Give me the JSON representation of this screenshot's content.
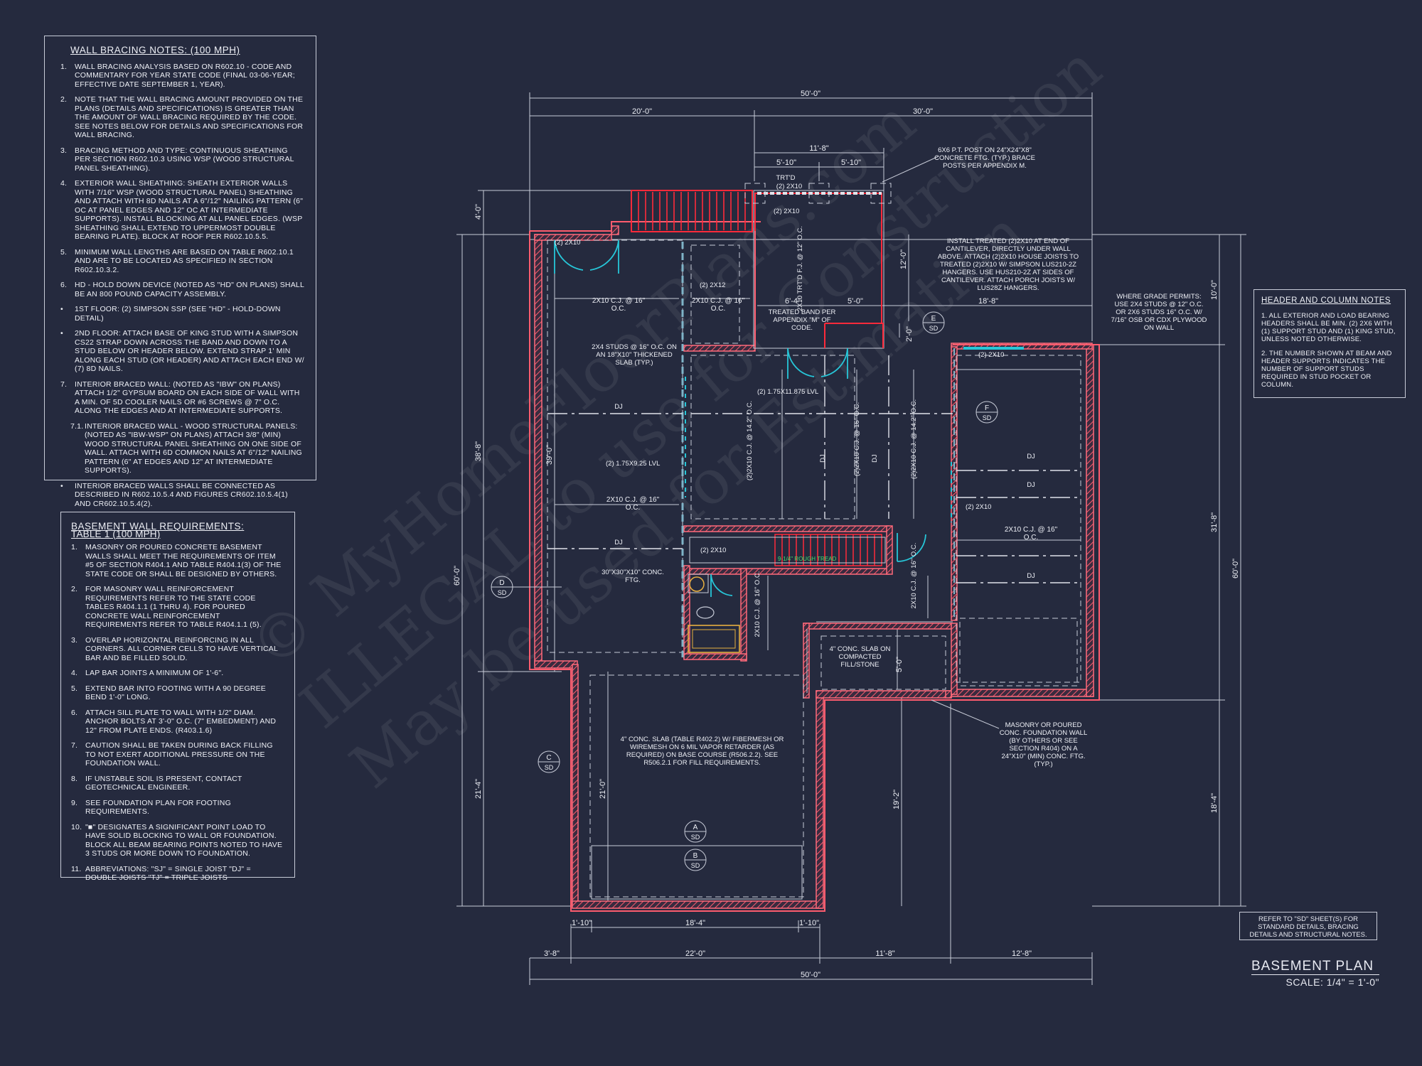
{
  "wall_bracing": {
    "title": "WALL BRACING NOTES: (100 MPH)",
    "items": [
      {
        "num": "1.",
        "text": "WALL BRACING ANALYSIS BASED ON R602.10 - CODE AND COMMENTARY FOR YEAR STATE CODE (FINAL 03-06-YEAR; EFFECTIVE DATE SEPTEMBER 1, YEAR)."
      },
      {
        "num": "2.",
        "text": "NOTE THAT THE WALL BRACING AMOUNT PROVIDED ON THE PLANS (DETAILS AND SPECIFICATIONS) IS GREATER THAN THE AMOUNT OF WALL BRACING REQUIRED BY THE CODE. SEE NOTES BELOW FOR DETAILS AND SPECIFICATIONS FOR WALL BRACING."
      },
      {
        "num": "3.",
        "text": "BRACING METHOD AND TYPE: CONTINUOUS SHEATHING PER SECTION R602.10.3 USING WSP (WOOD STRUCTURAL PANEL SHEATHING)."
      },
      {
        "num": "4.",
        "text": "EXTERIOR WALL SHEATHING: SHEATH EXTERIOR WALLS WITH 7/16\" WSP (WOOD STRUCTURAL PANEL) SHEATHING AND ATTACH WITH 8d NAILS AT A 6\"/12\" NAILING PATTERN (6\" OC AT PANEL EDGES AND 12\" OC AT INTERMEDIATE SUPPORTS). INSTALL BLOCKING AT ALL PANEL EDGES. (WSP SHEATHING SHALL EXTEND TO UPPERMOST DOUBLE BEARING PLATE). BLOCK AT ROOF PER R602.10.5.5."
      },
      {
        "num": "5.",
        "text": "MINIMUM WALL LENGTHS ARE BASED ON TABLE R602.10.1 AND ARE TO BE LOCATED AS SPECIFIED IN SECTION R602.10.3.2."
      },
      {
        "num": "6.",
        "text": "HD - HOLD DOWN DEVICE (NOTED AS \"HD\" ON PLANS) SHALL BE AN 800 POUND CAPACITY ASSEMBLY."
      },
      {
        "num": "•",
        "text": "1ST FLOOR: (2) SIMPSON SSP (SEE \"HD\" - HOLD-DOWN DETAIL)"
      },
      {
        "num": "•",
        "text": "2ND FLOOR: ATTACH BASE OF KING STUD WITH A SIMPSON CS22 STRAP DOWN ACROSS THE BAND AND DOWN TO A STUD BELOW OR HEADER BELOW. EXTEND STRAP 1' MIN ALONG EACH STUD (OR HEADER) AND ATTACH EACH END W/ (7) 8d NAILS."
      },
      {
        "num": "7.",
        "text": "INTERIOR BRACED WALL: (NOTED AS \"IBW\" ON PLANS) ATTACH 1/2\" GYPSUM BOARD ON EACH SIDE OF WALL WITH A MIN. OF 5d COOLER NAILS OR #6 SCREWS @ 7\" O.C. ALONG THE EDGES AND AT INTERMEDIATE SUPPORTS."
      },
      {
        "num": "7.1.",
        "text": "INTERIOR BRACED WALL - WOOD STRUCTURAL PANELS: (NOTED AS \"IBW-WSP\" ON PLANS) ATTACH 3/8\" (MIN) WOOD STRUCTURAL PANEL SHEATHING ON ONE SIDE OF WALL. ATTACH WITH 6d COMMON NAILS AT 6\"/12\" NAILING PATTERN (6\" AT EDGES AND 12\" AT INTERMEDIATE SUPPORTS).",
        "sub": true
      },
      {
        "num": "•",
        "text": "INTERIOR BRACED WALLS SHALL BE CONNECTED AS DESCRIBED IN R602.10.5.4 AND FIGURES CR602.10.5.4(1) AND CR602.10.5.4(2)."
      }
    ]
  },
  "basement_req": {
    "title": "BASEMENT WALL REQUIREMENTS:",
    "subtitle": "TABLE 1 (100 MPH)",
    "items": [
      {
        "num": "1.",
        "text": "MASONRY OR POURED CONCRETE BASEMENT WALLS SHALL MEET THE REQUIREMENTS OF ITEM #5 OF SECTION R404.1 AND TABLE R404.1(3) OF THE STATE CODE OR SHALL BE DESIGNED BY OTHERS."
      },
      {
        "num": "2.",
        "text": "FOR MASONRY WALL REINFORCEMENT REQUIREMENTS REFER TO THE STATE CODE TABLES R404.1.1 (1 THRU 4). FOR POURED CONCRETE WALL REINFORCEMENT REQUIREMENTS REFER TO TABLE R404.1.1 (5)."
      },
      {
        "num": "3.",
        "text": "OVERLAP HORIZONTAL REINFORCING IN ALL CORNERS. ALL CORNER CELLS TO HAVE VERTICAL BAR AND BE FILLED SOLID."
      },
      {
        "num": "4.",
        "text": "LAP BAR JOINTS A MINIMUM OF 1'-6\"."
      },
      {
        "num": "5.",
        "text": "EXTEND BAR INTO FOOTING WITH A 90 DEGREE BEND 1'-0\" LONG."
      },
      {
        "num": "6.",
        "text": "ATTACH SILL PLATE TO WALL WITH 1/2\" DIAM. ANCHOR BOLTS AT 3'-0\" O.C. (7\" EMBEDMENT) AND 12\" FROM PLATE ENDS. (R403.1.6)"
      },
      {
        "num": "7.",
        "text": "CAUTION SHALL BE TAKEN DURING BACK FILLING TO NOT EXERT ADDITIONAL PRESSURE ON THE FOUNDATION WALL."
      },
      {
        "num": "8.",
        "text": "IF UNSTABLE SOIL IS PRESENT, CONTACT GEOTECHNICAL ENGINEER."
      },
      {
        "num": "9.",
        "text": "SEE FOUNDATION PLAN FOR FOOTING REQUIREMENTS."
      },
      {
        "num": "10.",
        "text": "\"■\" DESIGNATES A SIGNIFICANT POINT LOAD TO HAVE SOLID BLOCKING TO WALL OR FOUNDATION. BLOCK ALL BEAM BEARING POINTS NOTED TO HAVE 3 STUDS OR MORE DOWN TO FOUNDATION."
      },
      {
        "num": "11.",
        "text": "ABBREVIATIONS: \"SJ\" = SINGLE JOIST \"DJ\" = DOUBLE JOISTS \"TJ\" = TRIPLE JOISTS"
      }
    ]
  },
  "header_notes": {
    "title": "HEADER AND COLUMN NOTES",
    "items": [
      "1. ALL EXTERIOR AND LOAD BEARING HEADERS SHALL BE MIN. (2) 2x6 WITH (1) SUPPORT STUD AND (1) KING STUD, UNLESS NOTED OTHERWISE.",
      "2. THE NUMBER SHOWN AT BEAM AND HEADER SUPPORTS INDICATES THE NUMBER OF SUPPORT STUDS REQUIRED IN STUD POCKET OR COLUMN."
    ]
  },
  "refer_note": "REFER TO \"SD\" SHEET(S) FOR STANDARD DETAILS, BRACING DETAILS AND STRUCTURAL NOTES.",
  "plan_title": "BASEMENT PLAN",
  "plan_scale": "SCALE: 1/4\" = 1'-0\"",
  "watermark": {
    "line1": "© MyHomeFloorPlans.com",
    "line2": "ILLEGAL to use for Construction",
    "line3": "May be used for Estimation"
  },
  "dimensions": {
    "top_total": "50'-0\"",
    "top_left": "20'-0\"",
    "top_right": "30'-0\"",
    "porch_width": "11'-8\"",
    "porch_left": "5'-10\"",
    "porch_right": "5'-10\"",
    "bottom_total": "50'-0\"",
    "bottom_a": "3'-8\"",
    "bottom_b": "22'-0\"",
    "bottom_c": "11'-8\"",
    "bottom_d": "12'-8\"",
    "bottom_inner_a": "1'-10\"",
    "bottom_inner_b": "18'-4\"",
    "bottom_inner_c": "1'-10\"",
    "left_total": "60'-0\"",
    "left_upper": "38'-8\"",
    "left_lower": "21'-4\"",
    "left_top": "4'-0\"",
    "right_total": "60'-0\"",
    "right_top": "10'-0\"",
    "right_mid": "31'-8\"",
    "right_low": "18'-4\"",
    "inner_39": "39'-0\"",
    "inner_21": "21'-0\"",
    "inner_19": "19'-2\"",
    "inner_12": "12'-0\"",
    "inner_6_4": "6'-4\"",
    "inner_5_0": "5'-0\"",
    "inner_2_0": "2'-0\"",
    "inner_18_8": "18'-8\"",
    "inner_5_0b": "5'-0\""
  },
  "labels": {
    "post_note": "6x6 P.T. POST ON 24\"x24\"x8\" CONCRETE FTG. (TYP.) BRACE POSTS PER APPENDIX M.",
    "trtd": "TRT'D",
    "trtd_2x10": "(2) 2x10",
    "porch_2x10": "(2) 2x10",
    "trtd_fj": "2x10 TRT'D F.J. @ 12\" O.C.",
    "install_note": "INSTALL TREATED (2)2X10 AT END OF CANTILEVER, DIRECTLY UNDER WALL ABOVE. ATTACH (2)2X10 HOUSE JOISTS TO TREATED (2)2X10 W/ SIMPSON LUS210-2Z HANGERS. USE HUS210-2Z AT SIDES OF CANTILEVER. ATTACH PORCH JOISTS W/ LUS28Z HANGERS.",
    "grade_note": "WHERE GRADE PERMITS: USE 2x4 STUDS @ 12\" O.C. OR 2x6 STUDS 16\" O.C. W/ 7/16\" OSB OR CDX PLYWOOD ON WALL",
    "treated_band": "TREATED BAND PER APPENDIX \"M\" OF CODE.",
    "hdr_2x10_tl": "(2) 2x10",
    "hdr_2x12": "(2) 2x12",
    "cj1": "2x10 C.J. @ 16\" O.C.",
    "cj2": "2x10 C.J. @ 16\" O.C.",
    "cj3": "2x10 C.J. @ 16\" O.C.",
    "cj4": "2X10 C.J. @ 16\" O.C.",
    "studs_note": "2x4 STUDS @ 16\" O.C. ON AN 18\"x10\" THICKENED SLAB (TYP.)",
    "lvl1": "(2) 1.75X11.875 LVL",
    "lvl2": "(2) 1.75x9.25 LVL",
    "dj_a": "DJ",
    "dj_b": "DJ",
    "dj_c": "DJ",
    "dj_d": "DJ",
    "dj_e": "DJ",
    "dj_f": "DJ",
    "dj_g": "DJ",
    "cj_14_a": "(2)2X10 C.J. @ 14.2\" O.C.",
    "cj_16": "(2)2X10 C.J. @ 16\" O.C.",
    "cj_14_b": "(2)2X10 C.J. @ 14.2\" O.C.",
    "cj_vert": "2X10 C.J. @ 16\" O.C.",
    "cj_vert2": "2X10 C.J. @ 16\" O.C.",
    "hdr_2x10_r": "(2) 2x10",
    "hdr_2x10_mid": "(2) 2x10",
    "hdr_2x10_top": "(2) 2x10",
    "ftg": "30\"x30\"x10\" CONC. FTG.",
    "slab_note": "4\" CONC. SLAB (TABLE R402.2) W/ FIBERMESH OR WIREMESH ON 6 MIL VAPOR RETARDER (AS REQUIRED) ON BASE COURSE (R506.2.2). SEE R506.2.1 FOR FILL REQUIREMENTS.",
    "slab_small": "4\" CONC. SLAB ON COMPACTED FILL/STONE",
    "masonry_note": "MASONRY OR POURED CONC. FOUNDATION WALL (BY OTHERS OR SEE SECTION R404) ON A 24\"x10\" (MIN) CONC. FTG. (TYP.)",
    "stair_dn": "9-1/4\" ROUGH TREAD"
  },
  "section_markers": [
    {
      "letter": "A",
      "sheet": "SD"
    },
    {
      "letter": "B",
      "sheet": "SD"
    },
    {
      "letter": "C",
      "sheet": "SD"
    },
    {
      "letter": "D",
      "sheet": "SD"
    },
    {
      "letter": "E",
      "sheet": "SD"
    },
    {
      "letter": "F",
      "sheet": "SD"
    }
  ],
  "colors": {
    "background": "#252a3e",
    "wall": "#ff5c6e",
    "door": "#27c6d8",
    "line": "#c8ccd8"
  }
}
